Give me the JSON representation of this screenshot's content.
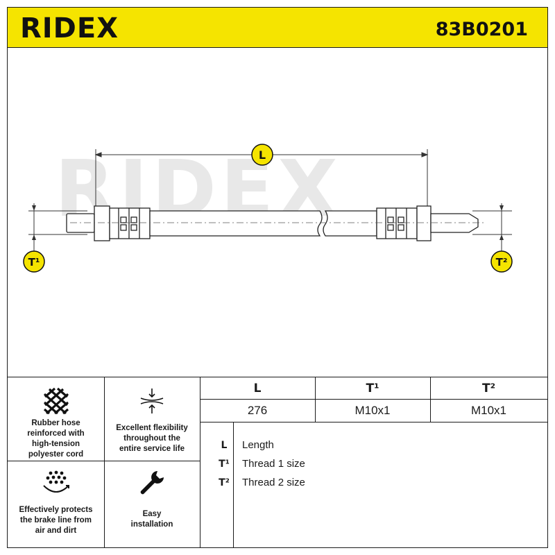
{
  "header": {
    "brand": "RIDEX",
    "part_number": "83B0201"
  },
  "drawing": {
    "watermark": "RIDEX",
    "dim_length_label": "L",
    "dim_thread1_label": "T¹",
    "dim_thread2_label": "T²"
  },
  "features": [
    {
      "icon": "braided-mesh-icon",
      "text": [
        "Rubber hose",
        "reinforced with",
        "high-tension",
        "polyester cord"
      ]
    },
    {
      "icon": "flex-arrows-icon",
      "text": [
        "Excellent flexibility",
        "throughout the",
        "entire service life"
      ]
    },
    {
      "icon": "dust-shield-icon",
      "text": [
        "Effectively protects",
        "the brake line from",
        "air and dirt"
      ]
    },
    {
      "icon": "wrench-icon",
      "text": [
        "Easy",
        "installation"
      ]
    }
  ],
  "spec_table": {
    "headers": [
      "L",
      "T¹",
      "T²"
    ],
    "values": [
      "276",
      "M10x1",
      "M10x1"
    ]
  },
  "legend": [
    {
      "key": "L",
      "label": "Length"
    },
    {
      "key": "T¹",
      "label": "Thread 1 size"
    },
    {
      "key": "T²",
      "label": "Thread 2 size"
    }
  ],
  "colors": {
    "accent_yellow": "#f5e400",
    "ink": "#1a1a1a",
    "watermark_gray": "#e6e6e6"
  }
}
